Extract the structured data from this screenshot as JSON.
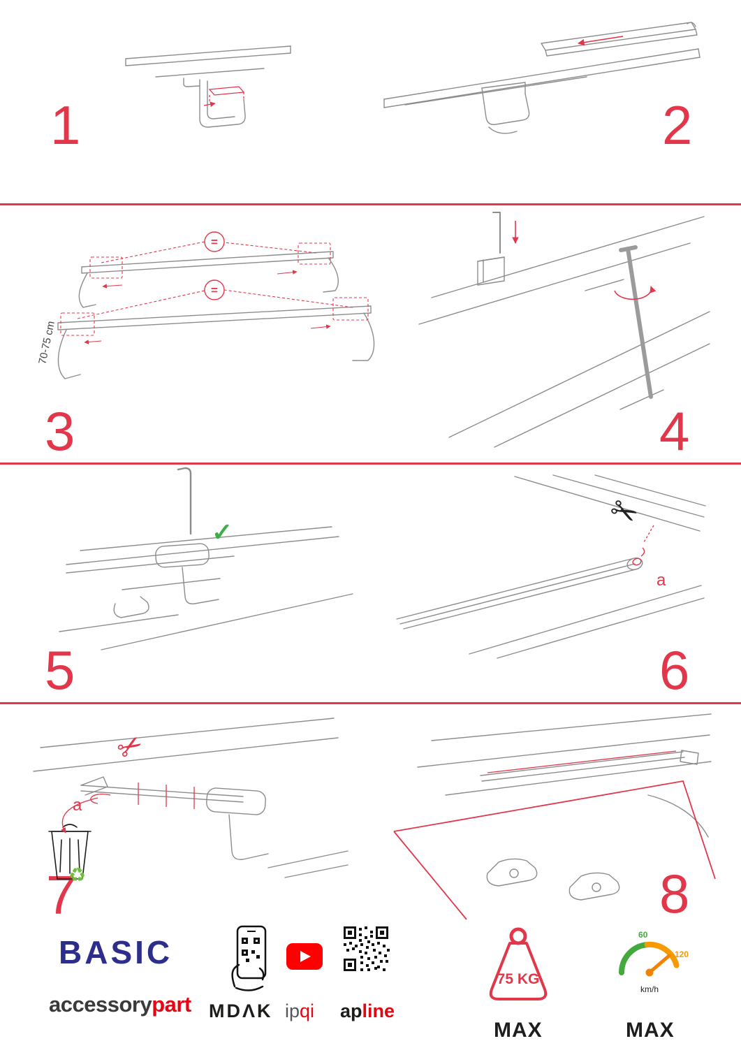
{
  "page": {
    "background": "#ffffff",
    "accent_red": "#e2374b"
  },
  "steps": [
    "1",
    "2",
    "3",
    "4",
    "5",
    "6",
    "7",
    "8"
  ],
  "labels": {
    "measure": "70-75 cm",
    "equals": "=",
    "cut_label": "a"
  },
  "icons": {
    "check": "✓",
    "scissors": "✂",
    "recycle": "♻"
  },
  "footer": {
    "brand": "BASIC",
    "wordmark_primary": "accessory",
    "wordmark_accent": "part",
    "partner_mdak": "MDΛK",
    "partner_ipqi_primary": "ip",
    "partner_ipqi_accent": "qi",
    "partner_apline_primary": "ap",
    "partner_apline_accent": "line",
    "weight_limit": "75 KG",
    "weight_max": "MAX",
    "speed_60": "60",
    "speed_120": "120",
    "speed_unit": "km/h",
    "speed_max": "MAX"
  }
}
